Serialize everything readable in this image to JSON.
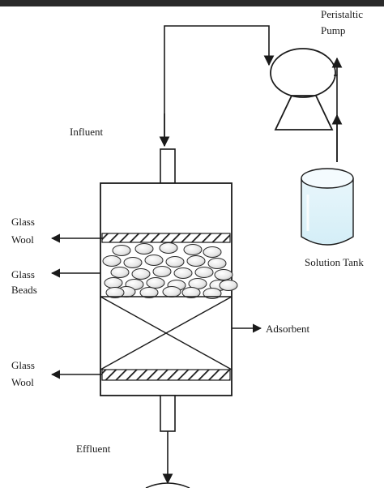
{
  "diagram": {
    "title": "",
    "labels": {
      "pump": [
        "Peristaltic",
        "Pump"
      ],
      "influent": "Influent",
      "glass_wool_top": [
        "Glass",
        "Wool"
      ],
      "glass_beads": [
        "Glass",
        "Beads"
      ],
      "adsorbent": "Adsorbent",
      "glass_wool_bottom": [
        "Glass",
        "Wool"
      ],
      "solution_tank": "Solution Tank",
      "effluent": "Effluent"
    },
    "bead_count": 30
  }
}
